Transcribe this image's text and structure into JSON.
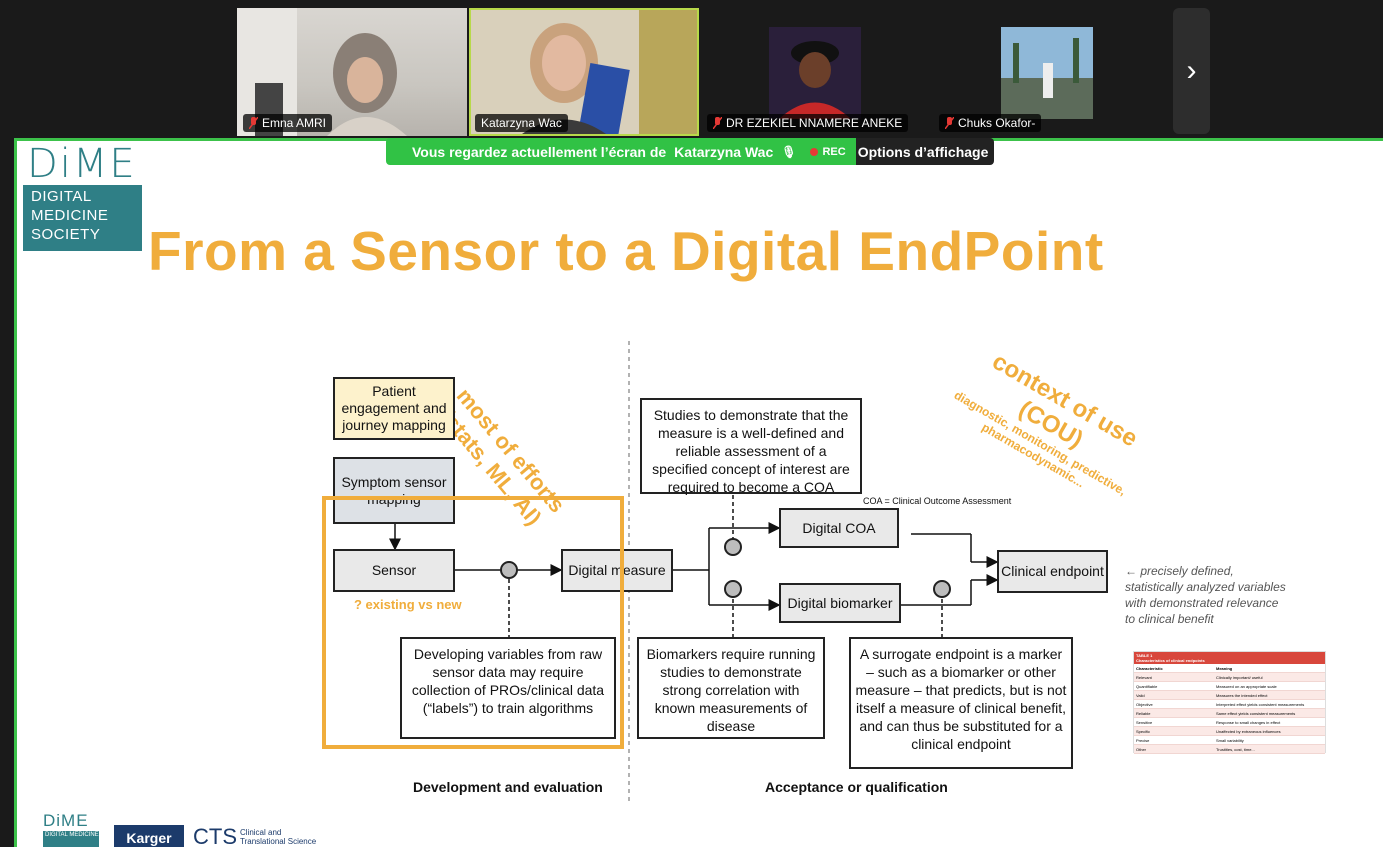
{
  "participants": [
    {
      "name": "Emna AMRI",
      "muted": true
    },
    {
      "name": "Katarzyna Wac",
      "muted": false,
      "active": true
    },
    {
      "name": "DR EZEKIEL NNAMERE ANEKE",
      "muted": true
    },
    {
      "name": "Chuks Okafor-",
      "muted": true
    }
  ],
  "next_arrow": "›",
  "banner": {
    "text": "Vous regardez actuellement l’écran de",
    "presenter": "Katarzyna Wac",
    "rec": "REC",
    "options": "Options d’affichage"
  },
  "slide": {
    "logo_mark": "DiME",
    "logo_words": [
      "DIGITAL",
      "MEDICINE",
      "SOCIETY"
    ],
    "title": "From a Sensor to a Digital EndPoint",
    "annotation_efforts": "most of efforts (stats, ML, AI)",
    "annotation_cou": "context of use (COU)",
    "annotation_cou_sub": "diagnostic, monitoring, predictive, pharmacodynamic...",
    "boxes": {
      "patient": "Patient engagement and journey mapping",
      "symptom": "Symptom sensor mapping",
      "sensor": "Sensor",
      "digital_measure": "Digital measure",
      "digital_coa": "Digital COA",
      "digital_biomarker": "Digital biomarker",
      "clinical_endpoint": "Clinical endpoint"
    },
    "existing_vs_new": "? existing vs new",
    "notes": {
      "studies": "Studies to demonstrate that the measure is a well-defined and reliable assessment of a specified concept of interest are required to become a COA",
      "developing": "Developing variables from raw sensor data may require collection of PROs/clinical data (“labels”) to train algorithms",
      "biomarkers": "Biomarkers require running studies to demonstrate strong correlation with known measurements of disease",
      "surrogate": "A surrogate endpoint is a marker – such as a biomarker or other measure – that predicts, but is not itself a measure of clinical benefit, and can thus be substituted for a clinical endpoint"
    },
    "coa_caption": "COA = Clinical Outcome Assessment",
    "side_note": "← precisely defined, statistically analyzed variables with demonstrated relevance to clinical benefit",
    "sections": {
      "left": "Development and evaluation",
      "right": "Acceptance or qualification"
    },
    "table": {
      "caption": "TABLE 1",
      "title": "Characteristics of clinical endpoints",
      "headers": [
        "Characteristic",
        "Meaning"
      ],
      "rows": [
        [
          "Relevant",
          "Clinically important/ useful"
        ],
        [
          "Quantifiable",
          "Measured on an appropriate scale"
        ],
        [
          "Valid",
          "Measures the intended effect"
        ],
        [
          "Objective",
          "Interpreted effect yields consistent measurements"
        ],
        [
          "Reliable",
          "Same effect yields consistent measurements"
        ],
        [
          "Sensitive",
          "Response to small changes in effect"
        ],
        [
          "Specific",
          "Unaffected by extraneous influences"
        ],
        [
          "Precise",
          "Small variability"
        ],
        [
          "Other",
          "Trustities, cost, time..."
        ]
      ]
    },
    "footer": {
      "dime_mark": "DiME",
      "dime_words": "DIGITAL MEDICINE",
      "karger": "Karger",
      "cts": "CTS",
      "cts_sub": "Clinical and Translational Science"
    }
  }
}
